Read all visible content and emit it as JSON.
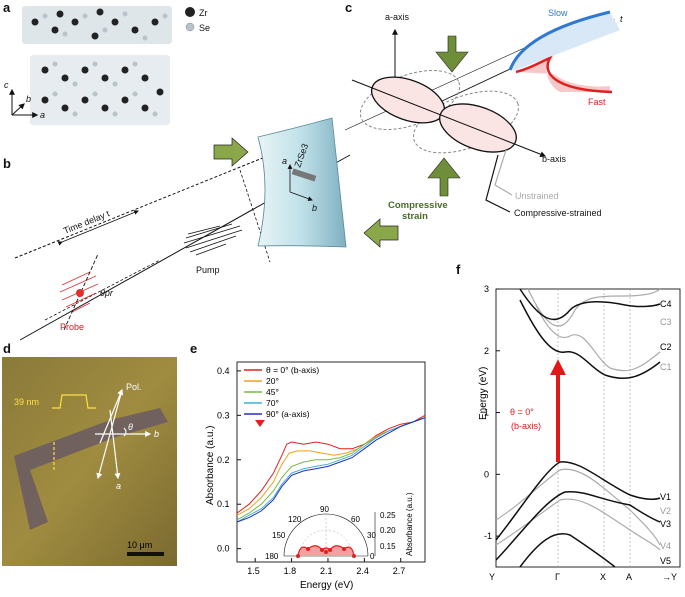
{
  "panels": {
    "a": {
      "label": "a",
      "legend": [
        {
          "symbol": "Zr",
          "color": "#222222"
        },
        {
          "symbol": "Se",
          "color": "#b8c4cc"
        }
      ],
      "axes": {
        "c": "c",
        "b": "b",
        "a": "a"
      }
    },
    "b": {
      "label": "b",
      "time_delay": "Time delay t",
      "pump": "Pump",
      "probe": "Probe",
      "theta": "θpr",
      "crystal": "ZrSe3",
      "axis_a": "a",
      "axis_b": "b",
      "colors": {
        "probe": "#e03030",
        "arrow": "#8aa84a",
        "crystal": "#a9d2dc"
      }
    },
    "c": {
      "label": "c",
      "a_axis": "a-axis",
      "b_axis": "b-axis",
      "t_axis": "t",
      "slow": "Slow",
      "fast": "Fast",
      "compressive_strain": [
        "Compressive",
        "strain"
      ],
      "legend": [
        "Unstrained",
        "Compressive-strained"
      ],
      "colors": {
        "slow": "#2f7ad0",
        "fast": "#e02020",
        "strain": "#4a6a2a",
        "unstrained": "#aaaaaa"
      }
    },
    "d": {
      "label": "d",
      "thickness": "39 nm",
      "pol": "Pol.",
      "theta": "θ",
      "axis_b": "b",
      "axis_a": "a",
      "scalebar": "10 μm"
    },
    "e": {
      "label": "e",
      "xlabel": "Energy (eV)",
      "ylabel": "Absorbance (a.u.)",
      "xticks": [
        "1.5",
        "1.8",
        "2.1",
        "2.4",
        "2.7"
      ],
      "yticks": [
        "0.0",
        "0.1",
        "0.2",
        "0.3",
        "0.4"
      ],
      "legend": [
        {
          "name": "θ = 0° (b-axis)",
          "color": "#e02020"
        },
        {
          "name": "20°",
          "color": "#f0a020"
        },
        {
          "name": "45°",
          "color": "#7ab848"
        },
        {
          "name": "70°",
          "color": "#40b0d8"
        },
        {
          "name": "90° (a-axis)",
          "color": "#2030c0"
        }
      ],
      "inset": {
        "angles": [
          "120",
          "90",
          "60",
          "150",
          "30",
          "180",
          "0"
        ],
        "ylabel": "Absorbance (a.u.)",
        "rticks": [
          "0.25",
          "0.20",
          "0.15"
        ]
      }
    },
    "f": {
      "label": "f",
      "ylabel": "Energy (eV)",
      "yticks": [
        "3",
        "2",
        "1",
        "0",
        "-1"
      ],
      "xticks": [
        "Y",
        "Γ",
        "X",
        "A",
        "→Y"
      ],
      "annotation": [
        "θ = 0°",
        "(b-axis)"
      ],
      "bands": [
        "C4",
        "C3",
        "C2",
        "C1",
        "V1",
        "V2",
        "V3",
        "V4",
        "V5"
      ],
      "colors": {
        "strained": "#111111",
        "unstrained": "#aaaaaa",
        "arrow": "#e01818"
      }
    }
  },
  "chart_data": [
    {
      "type": "line",
      "xlabel": "Energy (eV)",
      "ylabel": "Absorbance (a.u.)",
      "xlim": [
        1.35,
        2.9
      ],
      "ylim": [
        -0.03,
        0.42
      ],
      "series": [
        {
          "name": "θ = 0° (b-axis)",
          "x": [
            1.35,
            1.45,
            1.55,
            1.65,
            1.72,
            1.76,
            1.8,
            1.9,
            2.0,
            2.1,
            2.2,
            2.3,
            2.4,
            2.5,
            2.6,
            2.7,
            2.8,
            2.9
          ],
          "values": [
            0.08,
            0.1,
            0.13,
            0.17,
            0.21,
            0.235,
            0.24,
            0.235,
            0.24,
            0.235,
            0.225,
            0.225,
            0.235,
            0.255,
            0.27,
            0.28,
            0.285,
            0.3
          ]
        },
        {
          "name": "20°",
          "x": [
            1.35,
            1.45,
            1.55,
            1.65,
            1.72,
            1.78,
            1.85,
            1.95,
            2.05,
            2.15,
            2.25,
            2.35,
            2.45,
            2.55,
            2.65,
            2.75,
            2.9
          ],
          "values": [
            0.075,
            0.09,
            0.115,
            0.15,
            0.19,
            0.215,
            0.22,
            0.22,
            0.215,
            0.21,
            0.215,
            0.225,
            0.245,
            0.26,
            0.27,
            0.28,
            0.295
          ]
        },
        {
          "name": "45°",
          "x": [
            1.35,
            1.45,
            1.55,
            1.65,
            1.72,
            1.8,
            1.9,
            2.0,
            2.1,
            2.2,
            2.3,
            2.4,
            2.5,
            2.6,
            2.7,
            2.8,
            2.9
          ],
          "values": [
            0.065,
            0.08,
            0.1,
            0.13,
            0.16,
            0.185,
            0.195,
            0.2,
            0.2,
            0.205,
            0.215,
            0.235,
            0.25,
            0.265,
            0.275,
            0.285,
            0.295
          ]
        },
        {
          "name": "70°",
          "x": [
            1.35,
            1.45,
            1.55,
            1.65,
            1.72,
            1.8,
            1.9,
            2.0,
            2.1,
            2.2,
            2.3,
            2.4,
            2.5,
            2.6,
            2.7,
            2.8,
            2.9
          ],
          "values": [
            0.06,
            0.075,
            0.09,
            0.115,
            0.145,
            0.17,
            0.18,
            0.185,
            0.19,
            0.2,
            0.21,
            0.23,
            0.25,
            0.265,
            0.275,
            0.285,
            0.295
          ]
        },
        {
          "name": "90° (a-axis)",
          "x": [
            1.35,
            1.45,
            1.55,
            1.65,
            1.72,
            1.8,
            1.9,
            2.0,
            2.1,
            2.2,
            2.3,
            2.4,
            2.5,
            2.6,
            2.7,
            2.8,
            2.9
          ],
          "values": [
            0.06,
            0.07,
            0.085,
            0.11,
            0.14,
            0.165,
            0.175,
            0.18,
            0.185,
            0.195,
            0.205,
            0.225,
            0.245,
            0.26,
            0.275,
            0.285,
            0.295
          ]
        }
      ]
    }
  ]
}
